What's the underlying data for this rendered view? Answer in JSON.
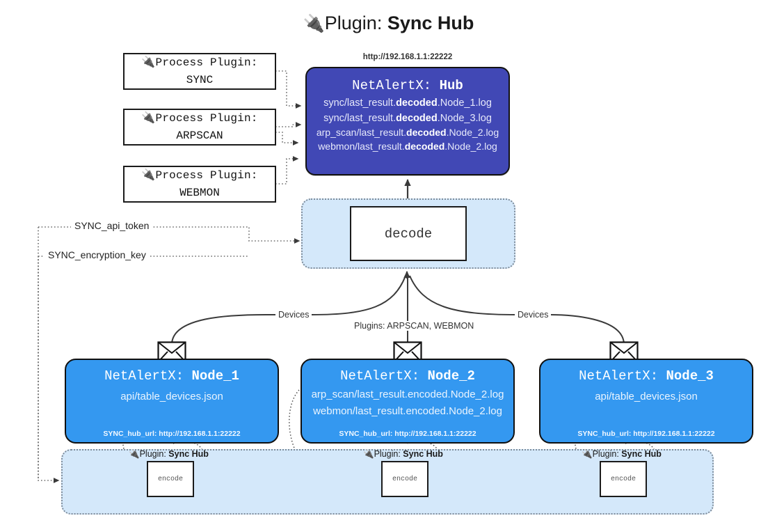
{
  "title": {
    "icon": "🔌",
    "prefix": "Plugin: ",
    "name": "Sync Hub"
  },
  "process_plugins": [
    {
      "icon": "🔌",
      "line1": "Process Plugin:",
      "line2": "SYNC"
    },
    {
      "icon": "🔌",
      "line1": "Process Plugin:",
      "line2": "ARPSCAN"
    },
    {
      "icon": "🔌",
      "line1": "Process Plugin:",
      "line2": "WEBMON"
    }
  ],
  "hub": {
    "url": "http://192.168.1.1:22222",
    "title_prefix": "NetAlertX: ",
    "title_name": "Hub",
    "logs": [
      {
        "pre": "sync/last_result.",
        "mid": "decoded",
        "post": ".Node_1.log"
      },
      {
        "pre": "sync/last_result.",
        "mid": "decoded",
        "post": ".Node_3.log"
      },
      {
        "pre": "arp_scan/last_result.",
        "mid": "decoded",
        "post": ".Node_2.log"
      },
      {
        "pre": "webmon/last_result.",
        "mid": "decoded",
        "post": ".Node_2.log"
      }
    ]
  },
  "decode": {
    "label": "decode"
  },
  "secrets": [
    {
      "label": "SYNC_api_token"
    },
    {
      "label": "SYNC_encryption_key"
    }
  ],
  "wire_labels": {
    "devices_left": "Devices",
    "devices_right": "Devices",
    "plugins_center": "Plugins: ARPSCAN, WEBMON"
  },
  "nodes": [
    {
      "title_prefix": "NetAlertX: ",
      "title_name": "Node_1",
      "lines": [
        "api/table_devices.json"
      ],
      "hub_url": "SYNC_hub_url: http://192.168.1.1:22222"
    },
    {
      "title_prefix": "NetAlertX: ",
      "title_name": "Node_2",
      "lines": [
        "arp_scan/last_result.encoded.Node_2.log",
        "webmon/last_result.encoded.Node_2.log"
      ],
      "hub_url": "SYNC_hub_url: http://192.168.1.1:22222"
    },
    {
      "title_prefix": "NetAlertX: ",
      "title_name": "Node_3",
      "lines": [
        "api/table_devices.json"
      ],
      "hub_url": "SYNC_hub_url: http://192.168.1.1:22222"
    }
  ],
  "encoders": [
    {
      "tag_icon": "🔌",
      "tag_prefix": "Plugin: ",
      "tag_name": "Sync Hub",
      "label": "encode"
    },
    {
      "tag_icon": "🔌",
      "tag_prefix": "Plugin: ",
      "tag_name": "Sync Hub",
      "label": "encode"
    },
    {
      "tag_icon": "🔌",
      "tag_prefix": "Plugin: ",
      "tag_name": "Sync Hub",
      "label": "encode"
    }
  ],
  "colors": {
    "hub_fill": "#4148b5",
    "node_fill": "#3498f0",
    "container_fill": "#d4e8fa",
    "stroke": "#1b1b1b"
  }
}
